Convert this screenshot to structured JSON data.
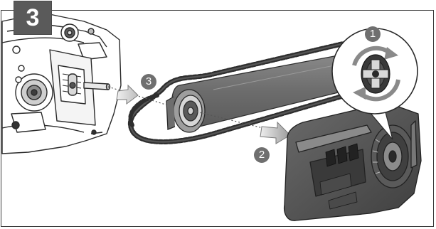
{
  "step_number": "3",
  "callouts": {
    "one": "1",
    "two": "2",
    "three": "3"
  },
  "palette": {
    "frame": "#3a3a3a",
    "badge": "#5a5a5a",
    "callout": "#6f6f6f",
    "cover_dark": "#4a4a4a",
    "cover_mid": "#666666",
    "chain": "#2e2e2e",
    "bar": "#727272",
    "arrow_light": "#d8d8d8"
  },
  "icons": [
    "rotate-arrows-icon",
    "assembly-arrow-icon"
  ]
}
